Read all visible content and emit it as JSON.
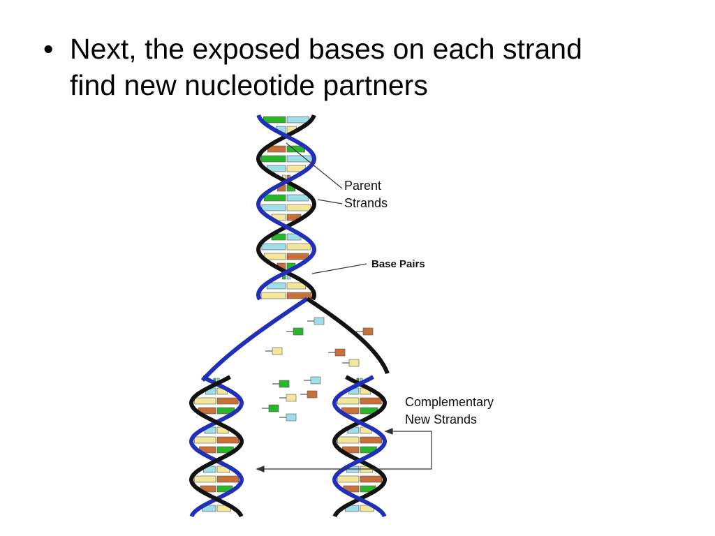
{
  "slide": {
    "bullet_symbol": "•",
    "bullet_text_line1": "Next, the exposed bases on each strand",
    "bullet_text_line2": "find new nucleotide partners"
  },
  "diagram": {
    "labels": {
      "parent_line1": "Parent",
      "parent_line2": "Strands",
      "base_pairs": "Base Pairs",
      "complementary_line1": "Complementary",
      "complementary_line2": "New Strands"
    },
    "colors": {
      "parent_strand": "#111111",
      "new_strand": "#1f2fb8",
      "base_A": "#2bb52b",
      "base_T": "#9fdde8",
      "base_C": "#f2e79a",
      "base_G": "#c8703a"
    }
  }
}
